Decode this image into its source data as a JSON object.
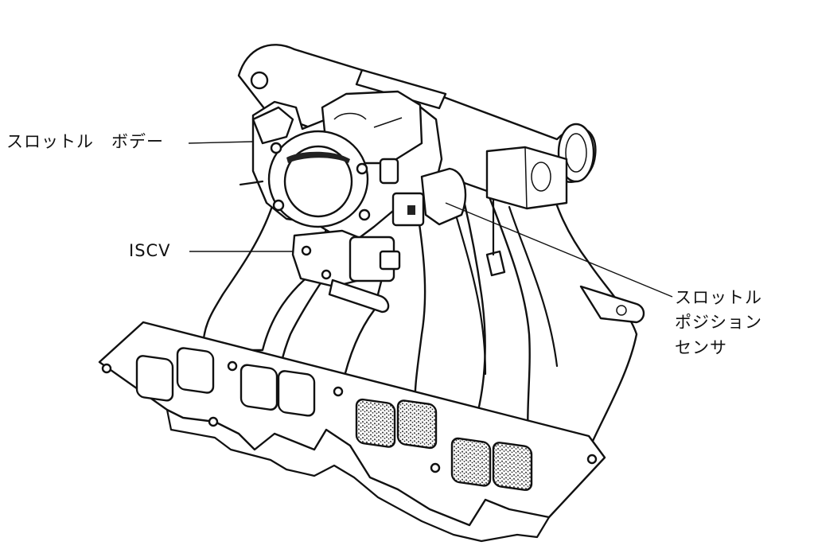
{
  "labels": {
    "throttle_body": "スロットル　ボデー",
    "iscv": "ISCV",
    "tps_line1": "スロットル",
    "tps_line2": "ポジション",
    "tps_line3": "センサ"
  },
  "colors": {
    "line": "#111111",
    "background": "#ffffff"
  }
}
